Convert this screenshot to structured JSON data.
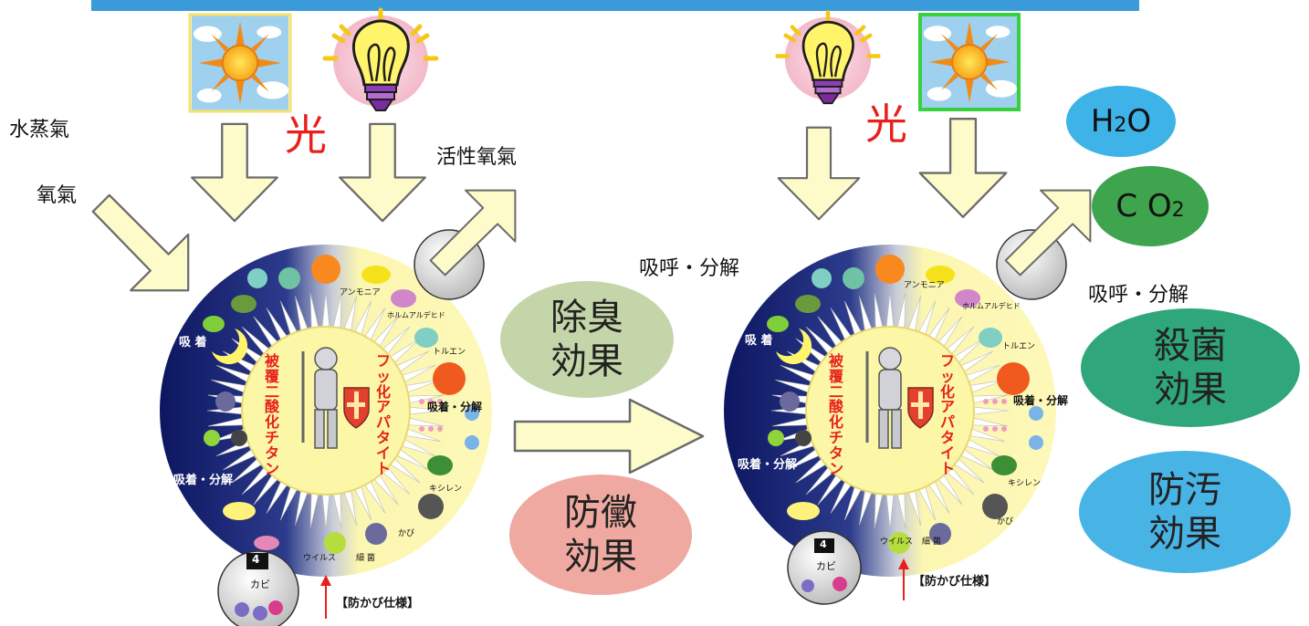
{
  "labels": {
    "light_left": "光",
    "light_right": "光",
    "water_vapor": "水蒸氣",
    "oxygen": "氧氣",
    "active_oxygen": "活性氧氣",
    "breath_decompose_mid": "吸呼・分解",
    "breath_decompose_right": "吸呼・分解"
  },
  "effects": {
    "deodorize": [
      "除臭",
      "効果"
    ],
    "antimold": [
      "防黴",
      "効果"
    ],
    "sterilize": [
      "殺菌",
      "効果"
    ],
    "antifouling": [
      "防汚",
      "効果"
    ]
  },
  "molecules": {
    "h2o_main": "H",
    "h2o_sub": "2",
    "h2o_tail": "O",
    "co2_main": "C O",
    "co2_sub": "2"
  },
  "wheel": {
    "center_left_text": "被覆二酸化チタン",
    "center_right_text": "フッ化アパタイト",
    "adsorb": "吸 着",
    "adsorb_decompose_dark": "吸着・分解",
    "adsorb_decompose_light": "吸着・分解",
    "ammonia": "アンモニア",
    "formaldehyde": "ホルムアルデヒド",
    "toluene": "トルエン",
    "xylene": "キシレン",
    "mold": "かび",
    "bacteria": "細 菌",
    "virus": "ウイルス"
  },
  "badge": {
    "number": "4",
    "label": "カビ",
    "spec": "【防かび仕様】"
  },
  "colors": {
    "topbar": "#3b9ad9",
    "deodorize": "#c4d6a9",
    "antimold": "#efa9a0",
    "sterilize": "#2fa77a",
    "antifouling": "#48b4e6",
    "h2o": "#3db3e8",
    "co2": "#3fa44e",
    "arrow_fill": "#fdfbc9",
    "arrow_stroke": "#6b6b6b"
  }
}
